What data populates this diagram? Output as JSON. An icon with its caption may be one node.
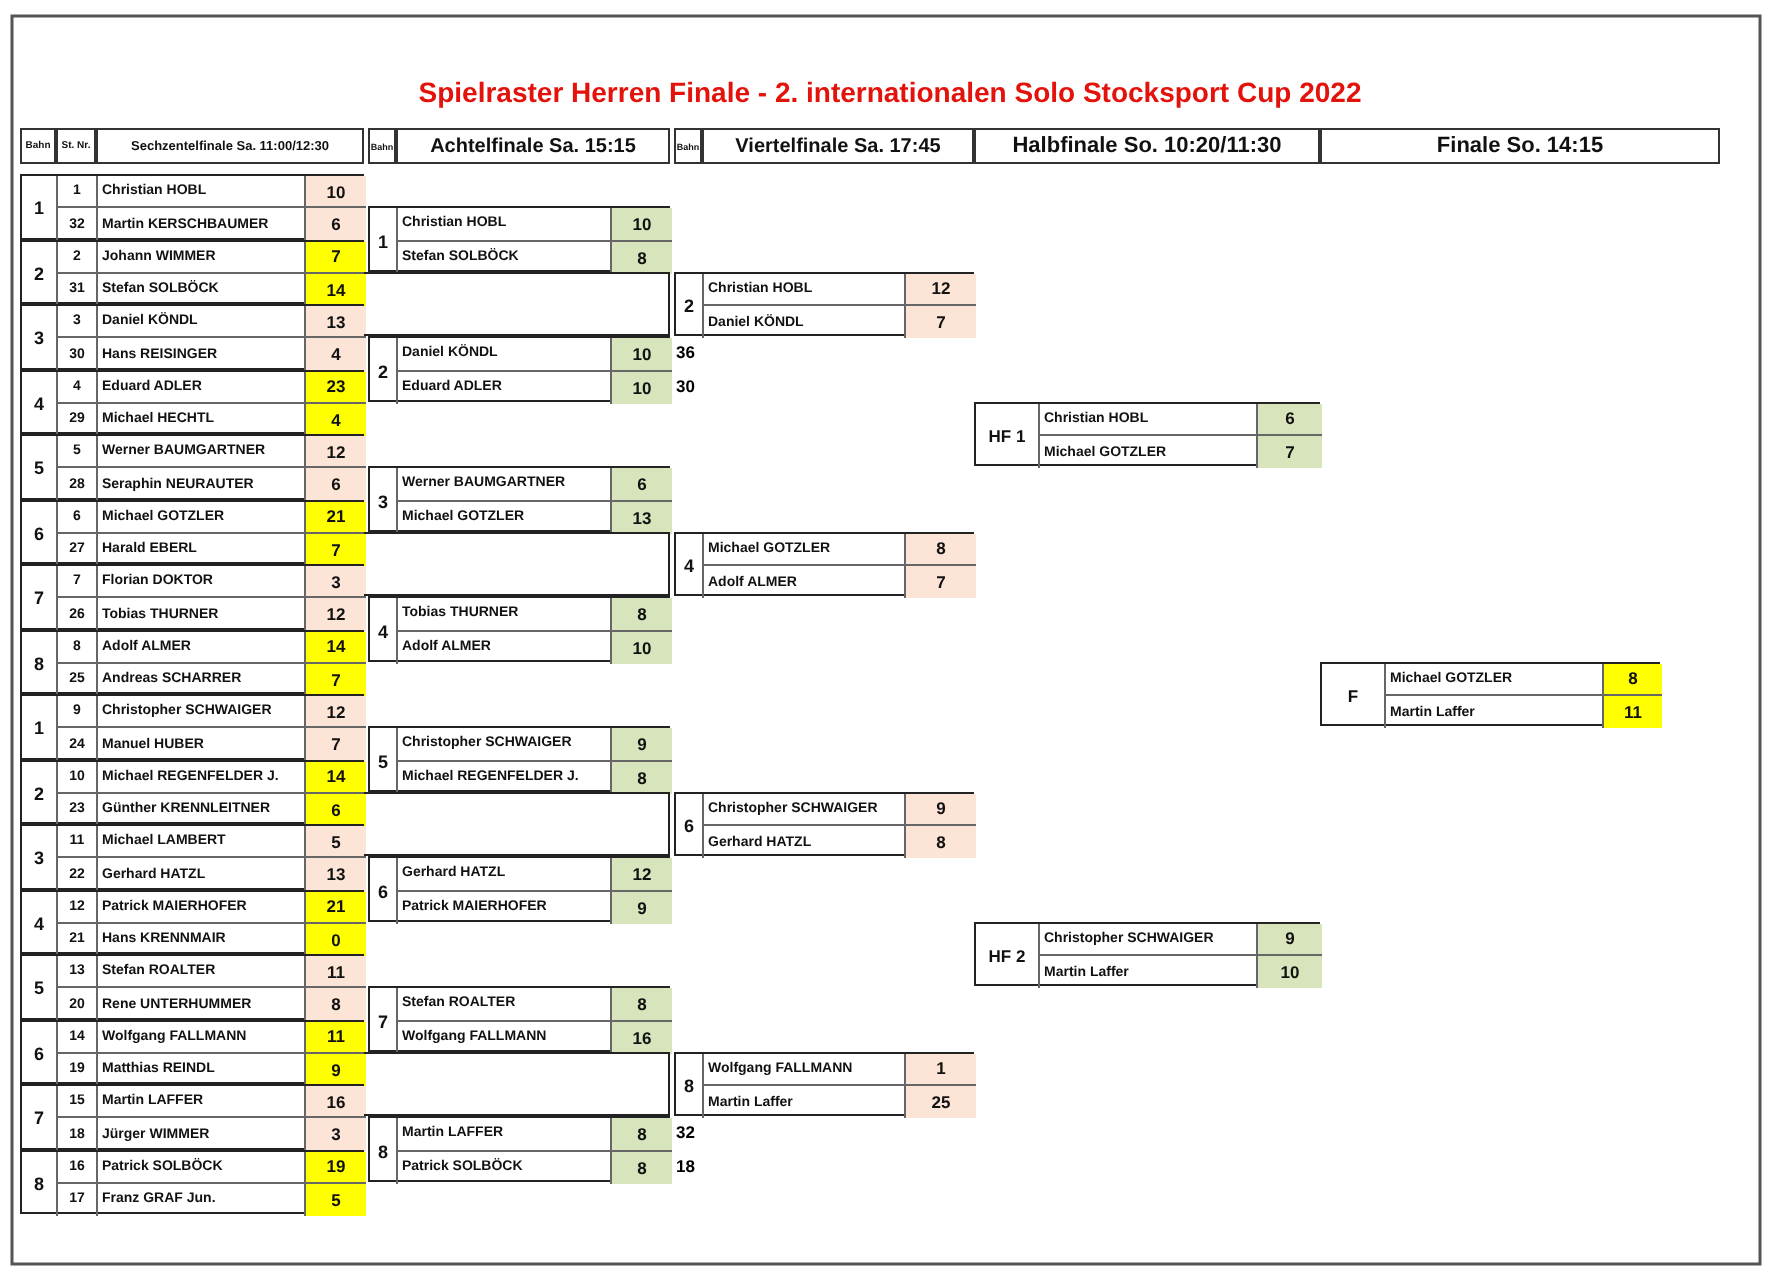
{
  "diagram": {
    "title": "Spielraster Herren Finale - 2. internationalen Solo Stocksport Cup 2022",
    "nodes": [
      {
        "text": [
          "1",
          "1",
          "Christian HOBL",
          "10",
          "32",
          "Martin KERSCHBAUMER",
          "6"
        ]
      },
      {
        "text": [
          "2",
          "2",
          "Johann WIMMER",
          "7",
          "31",
          "Stefan SOLBÖCK",
          "14"
        ]
      },
      {
        "text": [
          "3",
          "3",
          "Daniel KÖNDL",
          "13",
          "30",
          "Hans REISINGER",
          "4"
        ]
      },
      {
        "text": [
          "4",
          "4",
          "Eduard ADLER",
          "23",
          "29",
          "Michael HECHTL",
          "4"
        ]
      },
      {
        "text": [
          "5",
          "5",
          "Werner BAUMGARTNER",
          "12",
          "28",
          "Seraphin NEURAUTER",
          "6"
        ]
      },
      {
        "text": [
          "6",
          "6",
          "Michael GOTZLER",
          "21",
          "27",
          "Harald EBERL",
          "7"
        ]
      },
      {
        "text": [
          "7",
          "7",
          "Florian DOKTOR",
          "3",
          "26",
          "Tobias THURNER",
          "12"
        ]
      },
      {
        "text": [
          "8",
          "8",
          "Adolf ALMER",
          "14",
          "25",
          "Andreas SCHARRER",
          "7"
        ]
      },
      {
        "text": [
          "1",
          "9",
          "Christopher SCHWAIGER",
          "12",
          "24",
          "Manuel HUBER",
          "7"
        ]
      },
      {
        "text": [
          "2",
          "10",
          "Michael REGENFELDER J.",
          "14",
          "23",
          "Günther KRENNLEITNER",
          "6"
        ]
      },
      {
        "text": [
          "3",
          "11",
          "Michael LAMBERT",
          "5",
          "22",
          "Gerhard HATZL",
          "13"
        ]
      },
      {
        "text": [
          "4",
          "12",
          "Patrick MAIERHOFER",
          "21",
          "21",
          "Hans KRENNMAIR",
          "0"
        ]
      },
      {
        "text": [
          "5",
          "13",
          "Stefan ROALTER",
          "11",
          "20",
          "Rene UNTERHUMMER",
          "8"
        ]
      },
      {
        "text": [
          "6",
          "14",
          "Wolfgang FALLMANN",
          "11",
          "19",
          "Matthias REINDL",
          "9"
        ]
      },
      {
        "text": [
          "7",
          "15",
          "Martin LAFFER",
          "16",
          "18",
          "Jürger WIMMER",
          "3"
        ]
      },
      {
        "text": [
          "8",
          "16",
          "Patrick SOLBÖCK",
          "19",
          "17",
          "Franz GRAF Jun.",
          "5"
        ]
      },
      {
        "text": [
          "1",
          "Christian HOBL",
          "10",
          "Stefan SOLBÖCK",
          "8"
        ]
      },
      {
        "text": [
          "2",
          "Daniel KÖNDL",
          "10",
          "Eduard ADLER",
          "10"
        ],
        "beside": [
          "36",
          "30"
        ]
      },
      {
        "text": [
          "3",
          "Werner BAUMGARTNER",
          "6",
          "Michael GOTZLER",
          "13"
        ]
      },
      {
        "text": [
          "4",
          "Tobias THURNER",
          "8",
          "Adolf ALMER",
          "10"
        ]
      },
      {
        "text": [
          "5",
          "Christopher SCHWAIGER",
          "9",
          "Michael REGENFELDER J.",
          "8"
        ]
      },
      {
        "text": [
          "6",
          "Gerhard HATZL",
          "12",
          "Patrick MAIERHOFER",
          "9"
        ]
      },
      {
        "text": [
          "7",
          "Stefan ROALTER",
          "8",
          "Wolfgang FALLMANN",
          "16"
        ]
      },
      {
        "text": [
          "8",
          "Martin LAFFER",
          "8",
          "Patrick SOLBÖCK",
          "8"
        ],
        "beside": [
          "32",
          "18"
        ]
      },
      {
        "text": [
          "2",
          "Christian HOBL",
          "12",
          "Daniel KÖNDL",
          "7"
        ]
      },
      {
        "text": [
          "4",
          "Michael GOTZLER",
          "8",
          "Adolf ALMER",
          "7"
        ]
      },
      {
        "text": [
          "6",
          "Christopher SCHWAIGER",
          "9",
          "Gerhard HATZL",
          "8"
        ]
      },
      {
        "text": [
          "8",
          "Wolfgang FALLMANN",
          "1",
          "Martin Laffer",
          "25"
        ]
      },
      {
        "text": [
          "HF 1",
          "Christian HOBL",
          "6",
          "Michael GOTZLER",
          "7"
        ]
      },
      {
        "text": [
          "HF 2",
          "Christopher SCHWAIGER",
          "9",
          "Martin Laffer",
          "10"
        ]
      },
      {
        "text": [
          "F",
          "Michael GOTZLER",
          "8",
          "Martin Laffer",
          "11"
        ]
      },
      {
        "text": [],
        "shape": "box"
      },
      {
        "text": [],
        "shape": "box"
      },
      {
        "text": [],
        "shape": "box"
      },
      {
        "text": [],
        "shape": "box"
      }
    ],
    "labels": [
      "Bahn",
      "St. Nr.",
      "Sechzentelfinale Sa. 11:00/12:30",
      "Bahn",
      "Achtelfinale Sa. 15:15",
      "Bahn",
      "Viertelfinale Sa. 17:45",
      "Halbfinale So. 10:20/11:30",
      "Finale So. 14:15"
    ]
  }
}
